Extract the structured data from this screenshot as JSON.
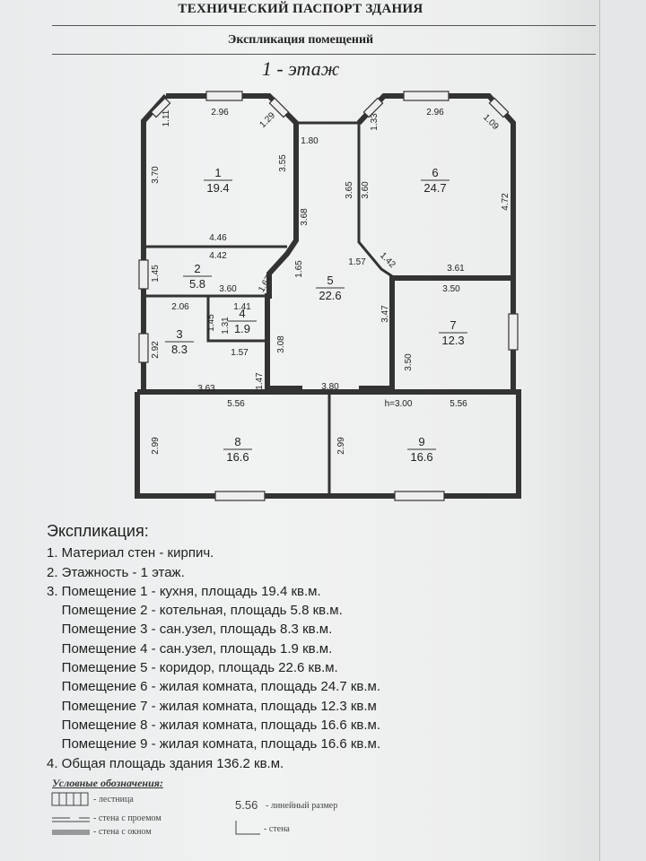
{
  "header": {
    "doc_title": "ТЕХНИЧЕСКИЙ ПАСПОРТ ЗДАНИЯ",
    "section_title": "Экспликация помещений",
    "floor_title": "1 - этаж"
  },
  "plan": {
    "rooms": [
      {
        "number": "1",
        "area": "19.4"
      },
      {
        "number": "2",
        "area": "5.8"
      },
      {
        "number": "3",
        "area": "8.3"
      },
      {
        "number": "4",
        "area": "1.9"
      },
      {
        "number": "5",
        "area": "22.6"
      },
      {
        "number": "6",
        "area": "24.7"
      },
      {
        "number": "7",
        "area": "12.3"
      },
      {
        "number": "8",
        "area": "16.6"
      },
      {
        "number": "9",
        "area": "16.6"
      }
    ],
    "dimensions": [
      "1.11",
      "2.96",
      "1.29",
      "1.80",
      "1.33",
      "2.96",
      "1.09",
      "3.70",
      "3.55",
      "3.68",
      "3.65",
      "3.60",
      "4.72",
      "4.46",
      "4.42",
      "1.45",
      "1.65",
      "1.67",
      "3.60",
      "1.57",
      "1.42",
      "3.61",
      "3.50",
      "3.47",
      "2.06",
      "1.41",
      "1.45",
      "1.31",
      "2.92",
      "1.57",
      "3.08",
      "1.47",
      "3.63",
      "3.80",
      "3.50",
      "5.56",
      "5.56",
      "2.99",
      "2.99"
    ],
    "height_label": "h=3.00"
  },
  "explication": {
    "heading": "Экспликация:",
    "lines": [
      "1. Материал стен - кирпич.",
      "2. Этажность - 1 этаж.",
      "3. Помещение 1 - кухня, площадь 19.4 кв.м.",
      "    Помещение 2 - котельная, площадь 5.8 кв.м.",
      "    Помещение 3 - сан.узел, площадь 8.3 кв.м.",
      "    Помещение 4 - сан.узел, площадь 1.9 кв.м.",
      "    Помещение 5 - коридор, площадь 22.6 кв.м.",
      "    Помещение 6 - жилая комната, площадь 24.7 кв.м.",
      "    Помещение 7 - жилая комната, площадь 12.3 кв.м",
      "    Помещение 8 - жилая комната, площадь 16.6 кв.м.",
      "    Помещение 9 - жилая комната, площадь 16.6 кв.м.",
      "4. Общая площадь здания 136.2 кв.м."
    ]
  },
  "legend": {
    "title": "Условные обозначения:",
    "stairs": "- лестница",
    "wall_opening": "- стена с проемом",
    "wall_window": "- стена с окном",
    "dim_sample": "5.56",
    "dim_label": "- линейный размер",
    "wall": "- стена"
  },
  "colors": {
    "line": "#333333",
    "paper": "#eeefef"
  }
}
